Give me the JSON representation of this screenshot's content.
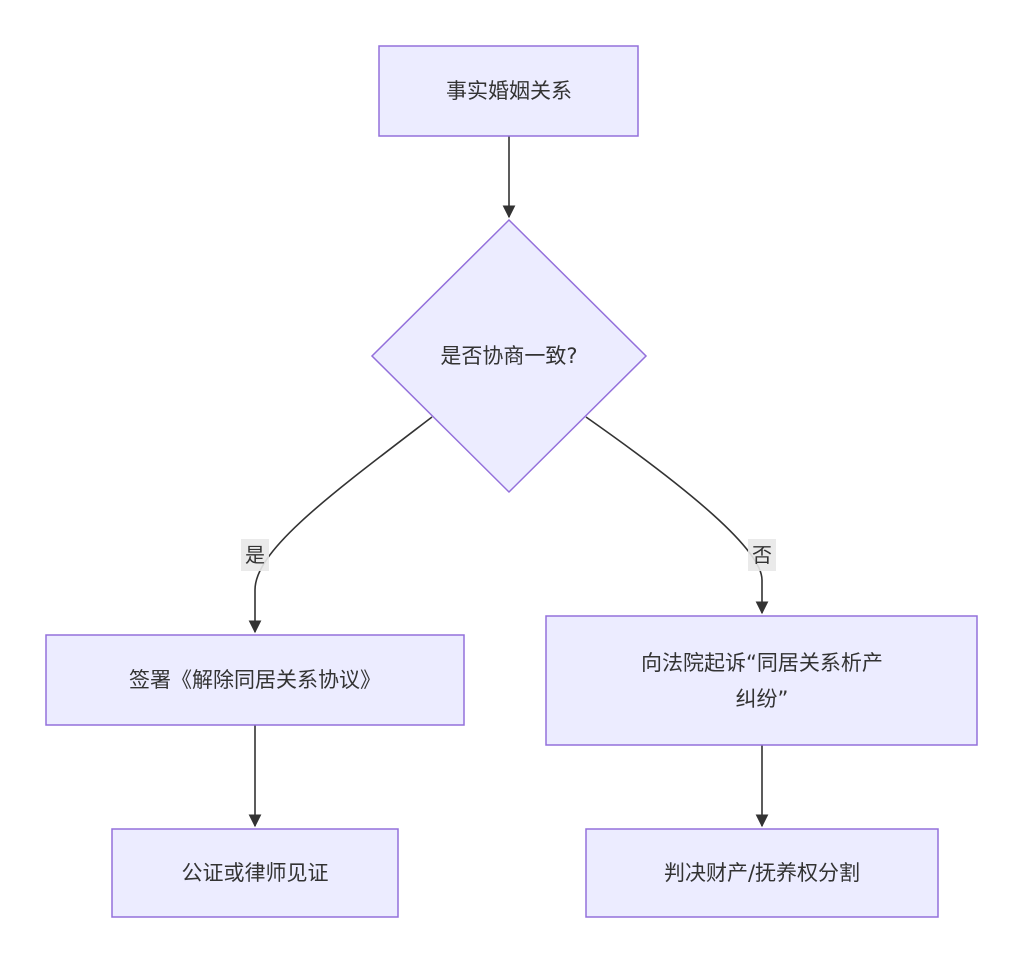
{
  "nodes": {
    "start": {
      "label": "事实婚姻关系"
    },
    "decision": {
      "label": "是否协商一致?"
    },
    "agree": {
      "label": "签署《解除同居关系协议》"
    },
    "sue": {
      "line1": "向法院起诉“同居关系析产",
      "line2": "纠纷”"
    },
    "notary": {
      "label": "公证或律师见证"
    },
    "judgment": {
      "label": "判决财产/抚养权分割"
    }
  },
  "edges": {
    "yes_label": "是",
    "no_label": "否"
  },
  "colors": {
    "node_fill": "#ececff",
    "node_stroke": "#9370db",
    "edge": "#333333",
    "label_bg": "#e8e8e8"
  }
}
